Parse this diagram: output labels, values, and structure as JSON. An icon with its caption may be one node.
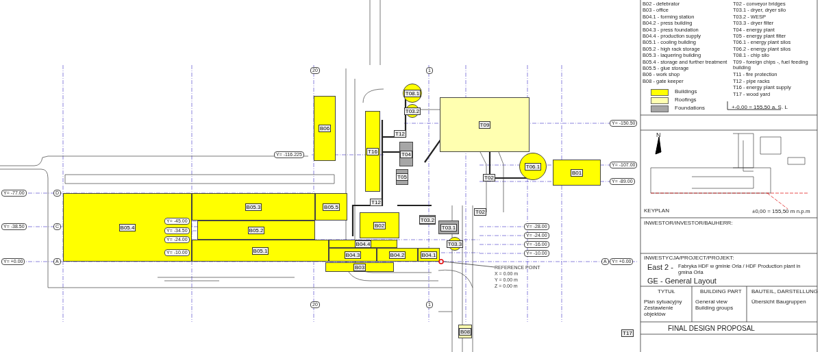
{
  "diagram": {
    "title": "GE - General Layout",
    "nodes": [
      {
        "text": [
          "B06"
        ]
      },
      {
        "text": [
          "B05.4"
        ]
      },
      {
        "text": [
          "B05.3"
        ]
      },
      {
        "text": [
          "B05.5"
        ]
      },
      {
        "text": [
          "B05.2"
        ]
      },
      {
        "text": [
          "B05.1"
        ]
      },
      {
        "text": [
          "T16"
        ]
      },
      {
        "text": [
          "T08.1"
        ]
      },
      {
        "text": [
          "T03.2"
        ]
      },
      {
        "text": [
          "T12"
        ]
      },
      {
        "text": [
          "T04"
        ]
      },
      {
        "text": [
          "T05"
        ]
      },
      {
        "text": [
          "T09"
        ]
      },
      {
        "text": [
          "T06.1"
        ]
      },
      {
        "text": [
          "B01"
        ]
      },
      {
        "text": [
          "T02"
        ]
      },
      {
        "text": [
          "T12"
        ]
      },
      {
        "text": [
          "T02"
        ]
      },
      {
        "text": [
          "B02"
        ]
      },
      {
        "text": [
          "T03.2"
        ]
      },
      {
        "text": [
          "T03.1"
        ]
      },
      {
        "text": [
          "T03.3"
        ]
      },
      {
        "text": [
          "B04.4"
        ]
      },
      {
        "text": [
          "B04.3"
        ]
      },
      {
        "text": [
          "B04.2"
        ]
      },
      {
        "text": [
          "B04.1"
        ]
      },
      {
        "text": [
          "B03"
        ]
      },
      {
        "text": [
          "REFERENCE POINT",
          "X = 0.00 m",
          "Y = 0.00 m",
          "Z = 0.00 m"
        ]
      },
      {
        "text": [],
        "shape": "circle"
      },
      {
        "text": [
          "B08"
        ]
      },
      {
        "text": [
          "T17"
        ]
      }
    ],
    "edges": [
      {
        "from": 27,
        "to": 28,
        "arrow": "none"
      }
    ],
    "labels": [
      "B02 - defebrator",
      "B03 - office",
      "B04.1 - forming station",
      "B04.2 - press building",
      "B04.3 - press foundation",
      "B04.4 - production supply",
      "B05.1 - cooling building",
      "B05.2 - high rack storage",
      "B05.3 - laquering building",
      "B05.4 - storage and further treatment",
      "B05.5 - glue storage",
      "B06 - work shop",
      "B08 - gate keeper",
      "T02 - conveyor bridges",
      "T03.1 - dryer, dryer silo",
      "T03.2 - WESP",
      "T03.3 - dryer filter",
      "T04 - energy plant",
      "T05 - energy plant filter",
      "T06.1 - energy plant silos",
      "T06.2 - energy plant silos",
      "T08.1 - chip silo",
      "T09 - foreign chips -, fuel feeding building",
      "T11 - fire protection",
      "T12 - pipe racks",
      "T16 - energy plant supply",
      "T17 - wood yard",
      "+-0,00 = 155,50 a. S. L",
      "N",
      "KEYPLAN",
      "±0,00 = 155,50 m n.p.m",
      "INWESTOR/INVESTOR/BAUHERR:",
      "INWESTYCJA/PROJECT/PROJEKT:",
      "East 2 -",
      "Fabryka HDF w gminie Orla / HDF Production plant in gmina Orla",
      "TYTUŁ",
      "BUILDING PART",
      "BAUTEIL, DARSTELLUNG",
      "Plan sytuacyjny Zestawienie objektów",
      "General view Building groups",
      "Übersicht Baugruppen",
      "FINAL DESIGN PROPOSAL",
      "Y= -77.00",
      "Y= -38.50",
      "Y= +0.00",
      "Y= -45.00",
      "Y= -34.50",
      "Y= -24.00",
      "Y= -10.00",
      "Y= -116.225",
      "Y= -150.50",
      "Y= -107.00",
      "Y= -89.00",
      "Y= -28.00",
      "Y= -24.00",
      "Y= -16.00",
      "Y= -10.00",
      "Y= +0.00",
      "20",
      "1",
      "20",
      "1",
      "D",
      "C",
      "A",
      "A"
    ],
    "legend": [
      {
        "text": "Buildings",
        "color": "#ffff00"
      },
      {
        "text": "Roofings",
        "color": "#ffffb0"
      },
      {
        "text": "Foundations",
        "color": "#a6a6a6"
      }
    ]
  }
}
